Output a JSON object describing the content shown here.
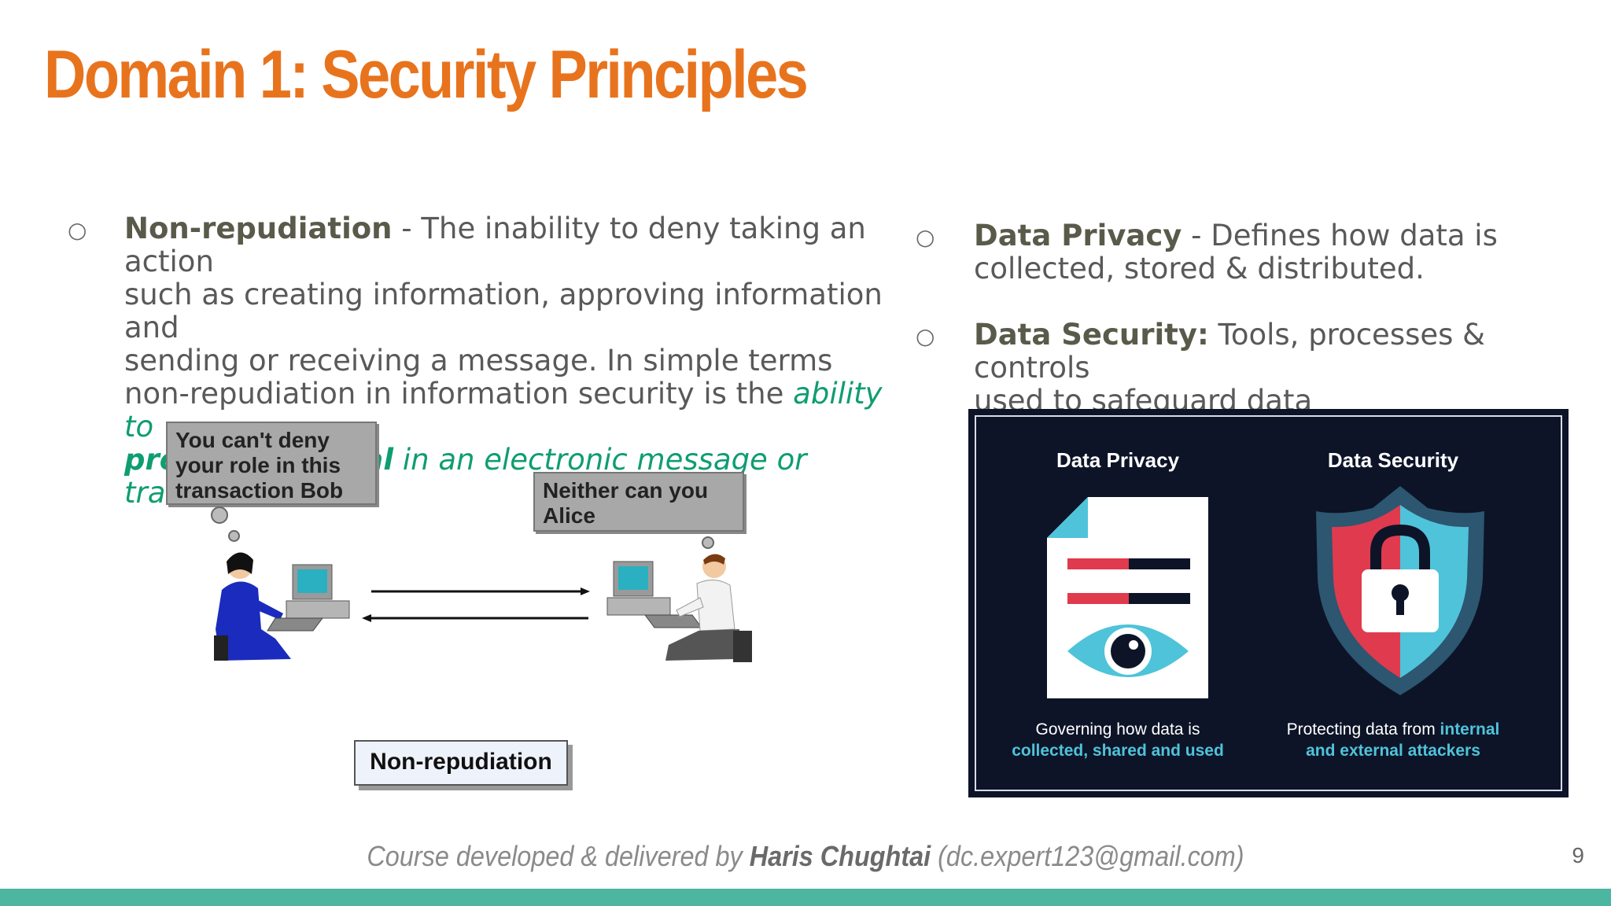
{
  "slide": {
    "title": "Domain 1: Security Principles",
    "page_number": "9"
  },
  "left_bullet": {
    "marker": "○",
    "term": "Non-repudiation",
    "line1_rest": " - The inability to deny taking an action",
    "line2": "such as creating information, approving information and",
    "line3": "sending or receiving a message. In simple terms",
    "line4_plain": "non-repudiation in information security is the ",
    "line4_green": "ability to",
    "line5_bold": "prevent a denial",
    "line5_rest": " in an electronic message or transaction."
  },
  "right_bullets": [
    {
      "marker": "○",
      "term": "Data Privacy",
      "rest": " - Defines how data is",
      "line2": "collected, stored & distributed."
    },
    {
      "marker": "○",
      "term": "Data Security:",
      "rest": " Tools, processes & controls",
      "line2": "used to safeguard data"
    }
  ],
  "illustration": {
    "bubble_alice": [
      "You can't deny",
      "your role in this",
      "transaction Bob"
    ],
    "bubble_bob": [
      "Neither can you",
      "Alice"
    ],
    "caption": "Non-repudiation"
  },
  "infographic": {
    "left_heading": "Data Privacy",
    "left_caption_plain": "Governing how data is",
    "left_caption_highlight": "collected, shared and used",
    "right_heading": "Data Security",
    "right_caption_plain": "Protecting data from ",
    "right_caption_highlight_1": "internal",
    "right_caption_highlight_2": "and external attackers",
    "colors": {
      "background": "#0d1428",
      "red": "#e03a4e",
      "teal": "#4fc3d9",
      "shield_border": "#2d5670"
    }
  },
  "footer": {
    "prefix": "Course developed & delivered by ",
    "author": "Haris Chughtai",
    "suffix": " (dc.expert123@gmail.com)"
  },
  "colors": {
    "title": "#e8731d",
    "emphasis_green": "#0f9d72",
    "bottom_bar": "#4db6a0"
  }
}
